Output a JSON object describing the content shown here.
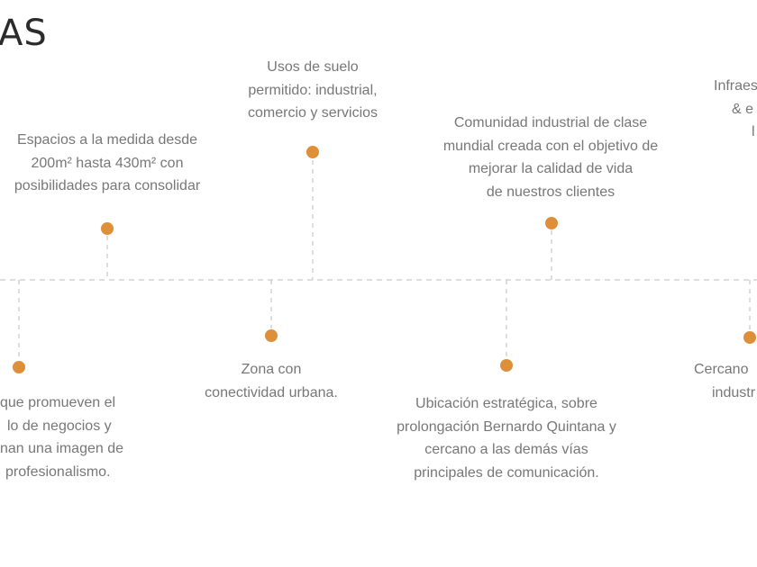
{
  "heading": "AS",
  "accent_color": "#dd8f3a",
  "line_color": "#c9c9c9",
  "milestones_top": [
    {
      "lines": [
        "Espacios a la medida desde",
        "200m² hasta 430m² con",
        "posibilidades para consolidar"
      ]
    },
    {
      "lines": [
        "Usos de suelo",
        "permitido: industrial,",
        "comercio y servicios"
      ]
    },
    {
      "lines": [
        "Comunidad industrial de clase",
        "mundial creada con el objetivo de",
        "mejorar la calidad de vida",
        "de nuestros clientes"
      ]
    },
    {
      "lines": [
        "Infraes",
        "& e",
        "l"
      ]
    }
  ],
  "milestones_bottom": [
    {
      "lines": [
        "que promueven el",
        "lo de negocios y",
        "nan una imagen de",
        "profesionalismo."
      ]
    },
    {
      "lines": [
        "Zona con",
        "conectividad urbana."
      ]
    },
    {
      "lines": [
        "Ubicación estratégica, sobre",
        "prolongación Bernardo Quintana y",
        "cercano a las demás vías",
        "principales de comunicación."
      ]
    },
    {
      "lines": [
        "Cercano",
        "industr"
      ]
    }
  ]
}
